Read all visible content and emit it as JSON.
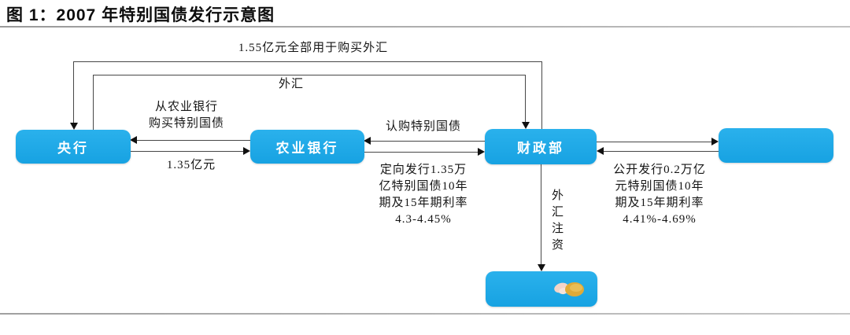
{
  "figure": {
    "title": "图 1：2007 年特别国债发行示意图"
  },
  "nodes": {
    "pboc": "央行",
    "abc": "农业银行",
    "mof": "财政部",
    "public_investor": "",
    "huijin": ""
  },
  "edge_labels": {
    "purchase_fx": "1.55亿元全部用于购买外汇",
    "fx": "外汇",
    "buy_from_abc": "从农业银行\n购买特别国债",
    "amount_135": "1.35亿元",
    "subscribe": "认购特别国债",
    "targeted_issue": "定向发行1.35万\n亿特别国债10年\n期及15年期利率\n4.3-4.45%",
    "public_issue": "公开发行0.2万亿\n元特别国债10年\n期及15年期利率\n4.41%-4.69%",
    "fx_injection": "外汇注资"
  },
  "colors": {
    "node_fill": "#1aa7e6",
    "node_text": "#ffffff",
    "connector": "#474747",
    "arrowhead": "#111111",
    "rule": "#a9a9a9"
  },
  "icons": {
    "huijin_logo": "blurred-logo"
  }
}
